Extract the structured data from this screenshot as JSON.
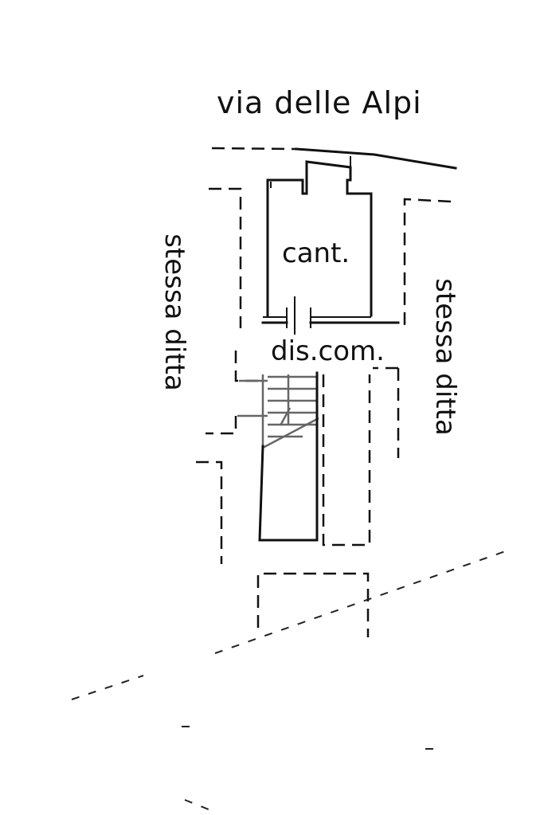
{
  "labels": {
    "street": "via delle Alpi",
    "cellar": "cant.",
    "common_passage": "dis.com.",
    "left_neighbor": "stessa ditta",
    "right_neighbor": "stessa ditta"
  }
}
